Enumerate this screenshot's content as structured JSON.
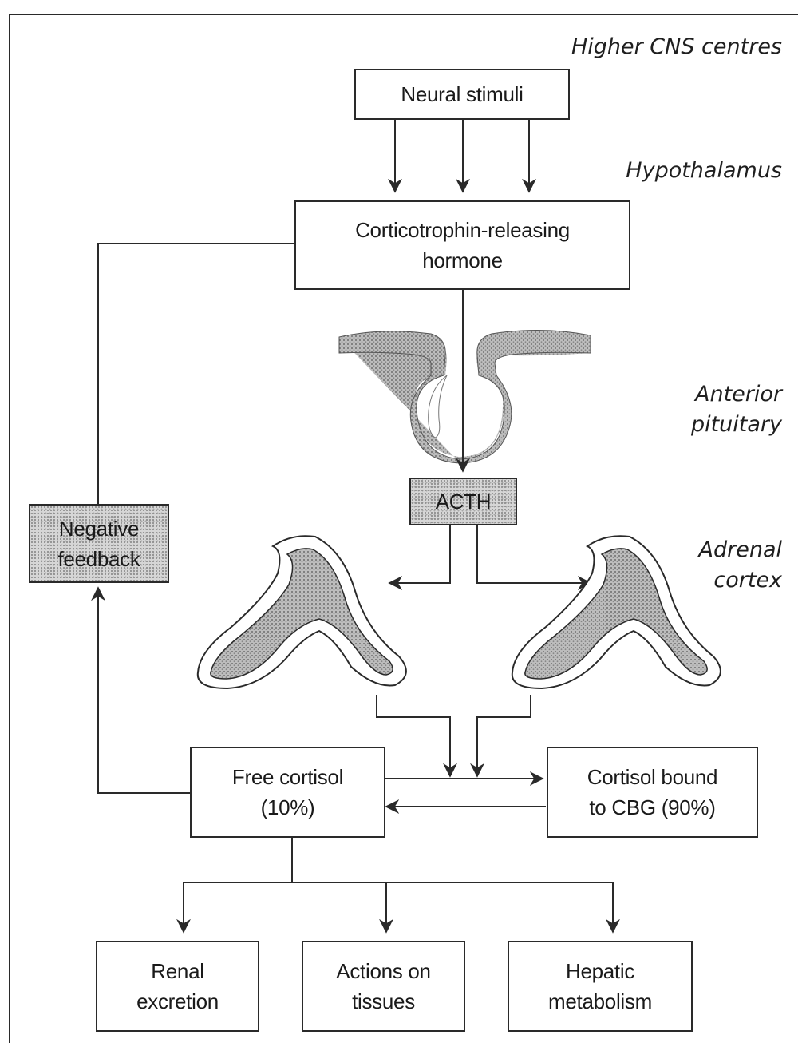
{
  "levels": {
    "higher_cns": "Higher CNS centres",
    "hypothalamus": "Hypothalamus",
    "anterior_pituitary": "Anterior\npituitary",
    "adrenal_cortex": "Adrenal\ncortex"
  },
  "boxes": {
    "neural_stimuli": "Neural stimuli",
    "crh": "Corticotrophin-releasing\nhormone",
    "acth": "ACTH",
    "negative_feedback": "Negative\nfeedback",
    "free_cortisol": "Free cortisol\n(10%)",
    "bound_cortisol": "Cortisol bound\nto CBG (90%)",
    "renal_excretion": "Renal\nexcretion",
    "actions_on_tissues": "Actions on\ntissues",
    "hepatic_metabolism": "Hepatic\nmetabolism"
  },
  "colors": {
    "line": "#2a2a2a",
    "shading": "#9a9a9a",
    "shading_light": "#d6d6d6"
  }
}
